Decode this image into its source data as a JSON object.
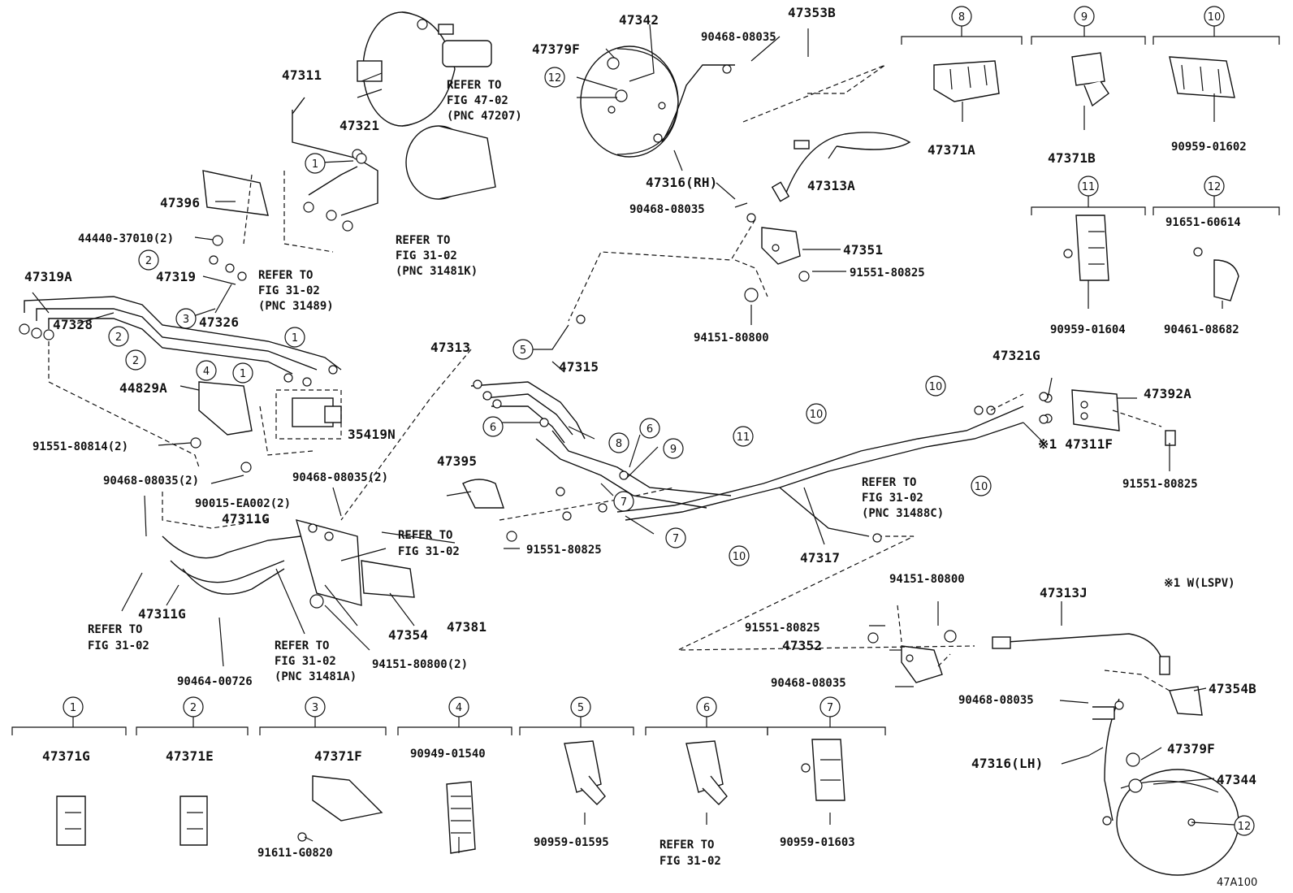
{
  "parts": [
    {
      "key": "p47311",
      "text": "47311"
    },
    {
      "key": "p47321",
      "text": "47321"
    },
    {
      "key": "p47342",
      "text": "47342"
    },
    {
      "key": "p47379F_top",
      "text": "47379F"
    },
    {
      "key": "p90468_08035_top",
      "text": "90468-08035"
    },
    {
      "key": "p47353B",
      "text": "47353B"
    },
    {
      "key": "p47396",
      "text": "47396"
    },
    {
      "key": "p44440",
      "text": "44440-37010(2)"
    },
    {
      "key": "p47316RH",
      "text": "47316(RH)"
    },
    {
      "key": "p47313A",
      "text": "47313A"
    },
    {
      "key": "p90468_mid",
      "text": "90468-08035"
    },
    {
      "key": "p47351",
      "text": "47351"
    },
    {
      "key": "p91551_80825_a",
      "text": "91551-80825"
    },
    {
      "key": "p94151_80800_a",
      "text": "94151-80800"
    },
    {
      "key": "p47319A",
      "text": "47319A"
    },
    {
      "key": "p47319",
      "text": "47319"
    },
    {
      "key": "p47328",
      "text": "47328"
    },
    {
      "key": "p47326",
      "text": "47326"
    },
    {
      "key": "p44829A",
      "text": "44829A"
    },
    {
      "key": "p35419N",
      "text": "35419N"
    },
    {
      "key": "p91551_80814",
      "text": "91551-80814(2)"
    },
    {
      "key": "p90468_08035_2a",
      "text": "90468-08035(2)"
    },
    {
      "key": "p90015",
      "text": "90015-EA002(2)"
    },
    {
      "key": "p90468_08035_2b",
      "text": "90468-08035(2)"
    },
    {
      "key": "p47311G_a",
      "text": "47311G"
    },
    {
      "key": "p47311G_b",
      "text": "47311G"
    },
    {
      "key": "p90464",
      "text": "90464-00726"
    },
    {
      "key": "p47354",
      "text": "47354"
    },
    {
      "key": "p47381",
      "text": "47381"
    },
    {
      "key": "p94151_80800_2",
      "text": "94151-80800(2)"
    },
    {
      "key": "p47313",
      "text": "47313"
    },
    {
      "key": "p47315",
      "text": "47315"
    },
    {
      "key": "p47395",
      "text": "47395"
    },
    {
      "key": "p91551_80825_b",
      "text": "91551-80825"
    },
    {
      "key": "p47317",
      "text": "47317"
    },
    {
      "key": "p47321G",
      "text": "47321G"
    },
    {
      "key": "p47392A",
      "text": "47392A"
    },
    {
      "key": "p47311F",
      "text": "※1 47311F"
    },
    {
      "key": "p91551_80825_c",
      "text": "91551-80825"
    },
    {
      "key": "p94151_80800_b",
      "text": "94151-80800"
    },
    {
      "key": "p91551_80825_d",
      "text": "91551-80825"
    },
    {
      "key": "p47352",
      "text": "47352"
    },
    {
      "key": "p90468_08035_c",
      "text": "90468-08035"
    },
    {
      "key": "p47313J",
      "text": "47313J"
    },
    {
      "key": "p90468_08035_d",
      "text": "90468-08035"
    },
    {
      "key": "p47354B",
      "text": "47354B"
    },
    {
      "key": "p47379F_b",
      "text": "47379F"
    },
    {
      "key": "p47316LH",
      "text": "47316(LH)"
    },
    {
      "key": "p47344",
      "text": "47344"
    },
    {
      "key": "p47371A",
      "text": "47371A"
    },
    {
      "key": "p47371B",
      "text": "47371B"
    },
    {
      "key": "p90959_01602",
      "text": "90959-01602"
    },
    {
      "key": "p90959_01604",
      "text": "90959-01604"
    },
    {
      "key": "p91651",
      "text": "91651-60614"
    },
    {
      "key": "p90461",
      "text": "90461-08682"
    },
    {
      "key": "p47371G",
      "text": "47371G"
    },
    {
      "key": "p47371E",
      "text": "47371E"
    },
    {
      "key": "p47371F",
      "text": "47371F"
    },
    {
      "key": "p91611",
      "text": "91611-G0820"
    },
    {
      "key": "p90949",
      "text": "90949-01540"
    },
    {
      "key": "p90959_01595",
      "text": "90959-01595"
    },
    {
      "key": "p90959_01603",
      "text": "90959-01603"
    }
  ],
  "refs": {
    "r4702": [
      "REFER TO",
      "FIG 47-02",
      "(PNC 47207)"
    ],
    "r3102_31481K": [
      "REFER TO",
      "FIG 31-02",
      "(PNC 31481K)"
    ],
    "r3102_31489": [
      "REFER TO",
      "FIG 31-02",
      "(PNC 31489)"
    ],
    "r3102_a": [
      "REFER TO",
      "FIG 31-02"
    ],
    "r3102_b": [
      "REFER TO",
      "FIG 31-02"
    ],
    "r3102_31481A": [
      "REFER TO",
      "FIG 31-02",
      "(PNC 31481A)"
    ],
    "r3102_31488C": [
      "REFER TO",
      "FIG 31-02",
      "(PNC 31488C)"
    ],
    "r3102_c": [
      "REFER TO",
      "FIG 31-02"
    ]
  },
  "notes": {
    "lspv": "※1 W(LSPV)",
    "figure_id": "47A100"
  },
  "callouts": [
    "1",
    "2",
    "3",
    "4",
    "5",
    "6",
    "7",
    "8",
    "9",
    "10",
    "11",
    "12"
  ],
  "legend_headers": [
    "1",
    "2",
    "3",
    "4",
    "5",
    "6",
    "7",
    "8",
    "9",
    "10",
    "11",
    "12"
  ]
}
